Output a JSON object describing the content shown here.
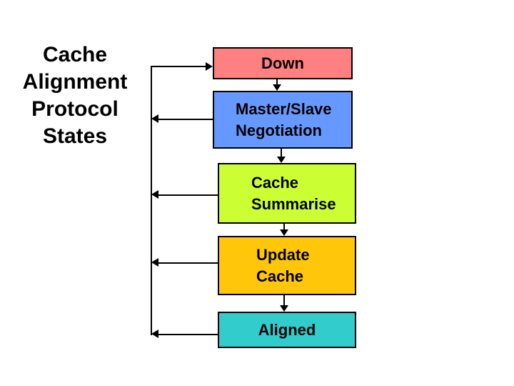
{
  "title": {
    "lines": [
      "Cache",
      "Alignment",
      "Protocol",
      "States"
    ]
  },
  "diagram": {
    "background": "#FFFFFF",
    "line_color": "#000000",
    "text_color": "#000000",
    "boxes": [
      {
        "id": "down",
        "label_lines": [
          "Down"
        ],
        "color": "#FF8080"
      },
      {
        "id": "master-slave-negotiation",
        "label_lines": [
          "Master/Slave",
          "Negotiation"
        ],
        "color": "#6699FF"
      },
      {
        "id": "cache-summarise",
        "label_lines": [
          "Cache",
          "Summarise"
        ],
        "color": "#CCFF33"
      },
      {
        "id": "update-cache",
        "label_lines": [
          "Update",
          "Cache"
        ],
        "color": "#FFC60A"
      },
      {
        "id": "aligned",
        "label_lines": [
          "Aligned"
        ],
        "color": "#33CCCC"
      }
    ],
    "edges": [
      {
        "from": "down",
        "to": "master-slave-negotiation",
        "via": "down-arrow"
      },
      {
        "from": "master-slave-negotiation",
        "to": "cache-summarise",
        "via": "down-arrow"
      },
      {
        "from": "cache-summarise",
        "to": "update-cache",
        "via": "down-arrow"
      },
      {
        "from": "update-cache",
        "to": "aligned",
        "via": "down-arrow"
      },
      {
        "from": "master-slave-negotiation",
        "to": "down",
        "via": "reset-line"
      },
      {
        "from": "cache-summarise",
        "to": "down",
        "via": "reset-line"
      },
      {
        "from": "update-cache",
        "to": "down",
        "via": "reset-line"
      },
      {
        "from": "aligned",
        "to": "down",
        "via": "reset-line"
      }
    ]
  }
}
